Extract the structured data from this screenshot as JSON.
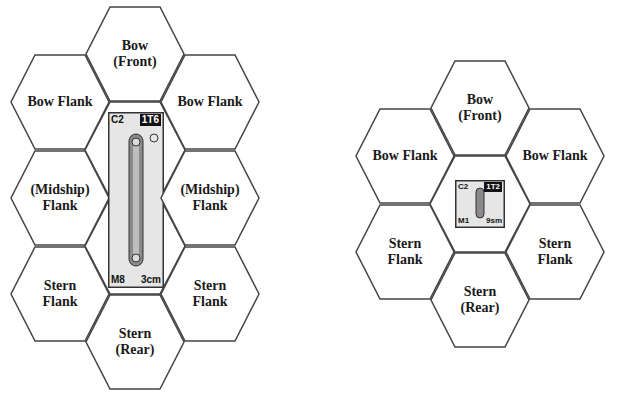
{
  "diagram": {
    "nodes": [
      {
        "text": [
          "Bow (Front)"
        ]
      },
      {
        "text": [
          "Bow Flank"
        ]
      },
      {
        "text": [
          "Bow Flank"
        ]
      },
      {
        "text": [
          "(Midship) Flank"
        ]
      },
      {
        "text": [
          "C2",
          "1T6",
          "M8",
          "3cm"
        ]
      },
      {
        "text": [
          "(Midship) Flank"
        ]
      },
      {
        "text": [
          "Stern Flank"
        ]
      },
      {
        "text": [
          "Stern Flank"
        ]
      },
      {
        "text": [
          "Stern (Rear)"
        ]
      },
      {
        "text": [
          "Bow (Front)"
        ]
      },
      {
        "text": [
          "Bow Flank"
        ]
      },
      {
        "text": [
          "Bow Flank"
        ]
      },
      {
        "text": [
          "C2",
          "1T2",
          "M1",
          "9sm"
        ]
      },
      {
        "text": [
          "Stern Flank"
        ]
      },
      {
        "text": [
          "Stern Flank"
        ]
      },
      {
        "text": [
          "Stern (Rear)"
        ]
      }
    ]
  }
}
